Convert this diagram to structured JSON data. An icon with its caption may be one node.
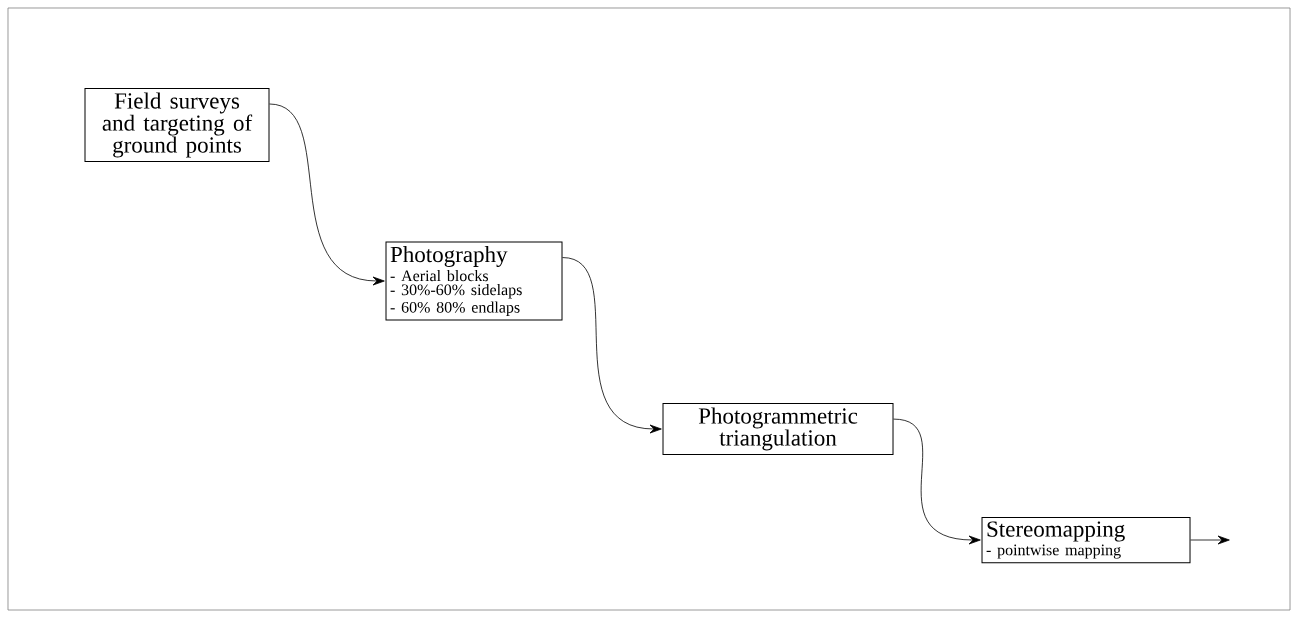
{
  "diagram": {
    "nodes": [
      {
        "text": [
          "Field surveys and targeting of ground points"
        ]
      },
      {
        "text": [
          "Photography",
          "- Aerial blocks",
          "- 30%-60% sidelaps",
          "- 60% 80% endlaps"
        ]
      },
      {
        "text": [
          "Photogrammetric triangulation"
        ]
      },
      {
        "text": [
          "Stereomapping",
          "- pointwise mapping"
        ]
      }
    ],
    "edges": [
      {
        "from": 0,
        "to": 1,
        "arrow": "to"
      },
      {
        "from": 1,
        "to": 2,
        "arrow": "to"
      },
      {
        "from": 2,
        "to": 3,
        "arrow": "to"
      },
      {
        "from": 3,
        "to": null,
        "arrow": "to"
      }
    ]
  }
}
